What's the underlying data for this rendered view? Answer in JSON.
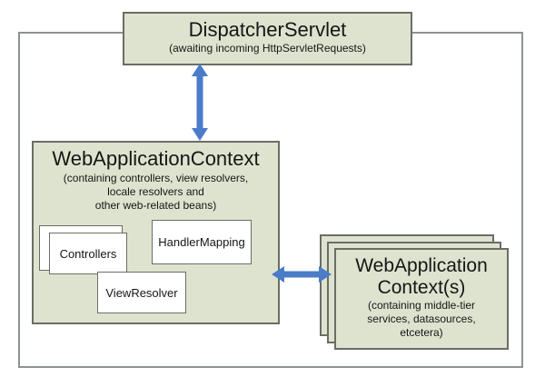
{
  "diagram": {
    "dispatcher": {
      "title": "DispatcherServlet",
      "subtitle": "(awaiting incoming HttpServletRequests)"
    },
    "web_context": {
      "title": "WebApplicationContext",
      "subtitle_line1": "(containing controllers, view resolvers,",
      "subtitle_line2": "locale resolvers and",
      "subtitle_line3": "other web-related beans)",
      "controllers_label": "Controllers",
      "handler_mapping_label": "HandlerMapping",
      "view_resolver_label": "ViewResolver"
    },
    "middle_tier": {
      "title_line1": "WebApplication",
      "title_line2": "Context(s)",
      "subtitle_line1": "(containing middle-tier",
      "subtitle_line2": "services, datasources,",
      "subtitle_line3": "etcetera)"
    },
    "colors": {
      "box_fill": "#dee3cf",
      "box_border": "#6c6c66",
      "frame_border": "#8f9292",
      "arrow_blue": "#4a7cc8",
      "inner_box_fill": "#ffffff",
      "text": "#161616"
    }
  }
}
